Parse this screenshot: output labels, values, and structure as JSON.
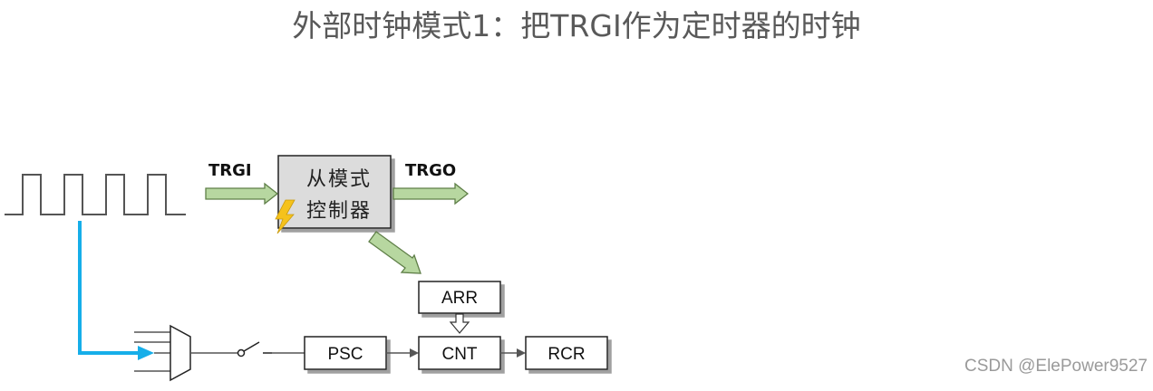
{
  "title": "外部时钟模式1：把TRGI作为定时器的时钟",
  "watermark": "CSDN @ElePower9527",
  "diagram": {
    "trgi_label": "TRGI",
    "trgo_label": "TRGO",
    "controller_line1": "从模式",
    "controller_line2": "控制器",
    "arr_label": "ARR",
    "psc_label": "PSC",
    "cnt_label": "CNT",
    "rcr_label": "RCR"
  },
  "colors": {
    "clock_wave": "#555555",
    "blue_path": "#16aee9",
    "green_arrow_fill": "#b7d7a0",
    "green_arrow_stroke": "#5f7f48",
    "controller_fill": "#dcdcdc",
    "lightning": "#f5c21b"
  }
}
